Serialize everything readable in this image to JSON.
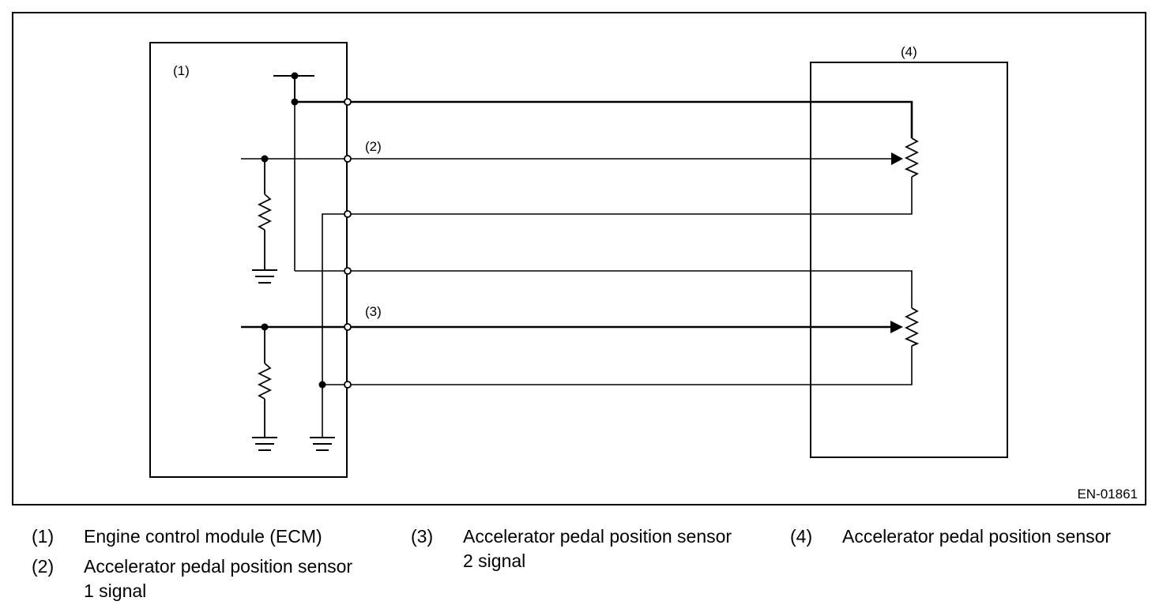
{
  "diagram": {
    "labels": {
      "ecm": "(1)",
      "sig1": "(2)",
      "sig2": "(3)",
      "sensor": "(4)"
    },
    "figure_code": "EN-01861"
  },
  "legend": [
    {
      "num": "(1)",
      "text": "Engine control module (ECM)"
    },
    {
      "num": "(2)",
      "text": "Accelerator pedal position sensor\n1 signal"
    },
    {
      "num": "(3)",
      "text": "Accelerator pedal position sensor\n2 signal"
    },
    {
      "num": "(4)",
      "text": "Accelerator pedal position sensor"
    }
  ]
}
